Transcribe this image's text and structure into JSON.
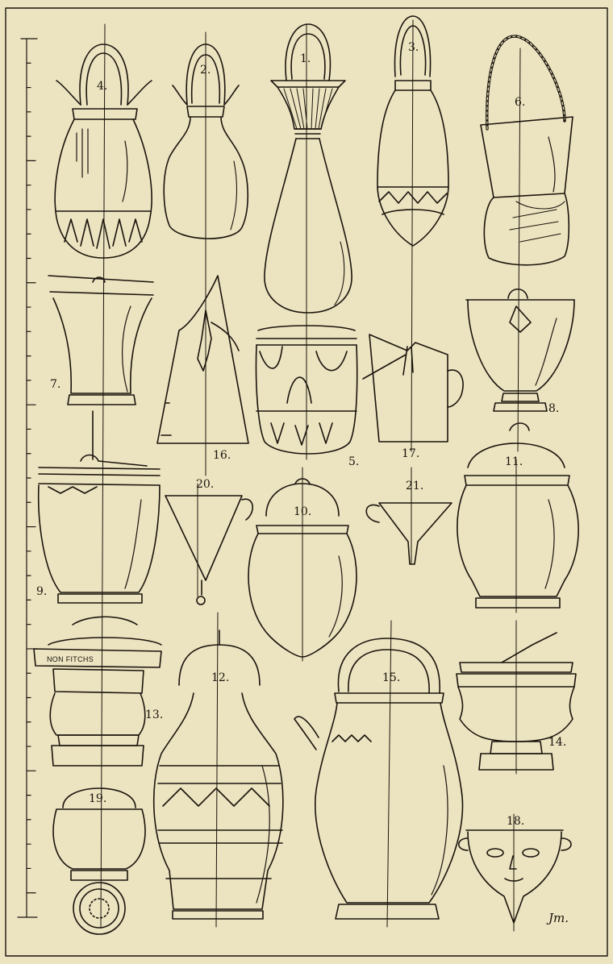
{
  "plate": {
    "background": "#ece3c0",
    "ink": "#1a140d",
    "figures": [
      {
        "id": "fig-1",
        "label": "1."
      },
      {
        "id": "fig-2",
        "label": "2."
      },
      {
        "id": "fig-3",
        "label": "3."
      },
      {
        "id": "fig-4",
        "label": "4."
      },
      {
        "id": "fig-5",
        "label": "5."
      },
      {
        "id": "fig-6",
        "label": "6."
      },
      {
        "id": "fig-7",
        "label": "7."
      },
      {
        "id": "fig-8",
        "label": "8."
      },
      {
        "id": "fig-9",
        "label": "9."
      },
      {
        "id": "fig-10",
        "label": "10."
      },
      {
        "id": "fig-11",
        "label": "11."
      },
      {
        "id": "fig-12",
        "label": "12."
      },
      {
        "id": "fig-13",
        "label": "13."
      },
      {
        "id": "fig-14",
        "label": "14."
      },
      {
        "id": "fig-15",
        "label": "15."
      },
      {
        "id": "fig-16",
        "label": "16."
      },
      {
        "id": "fig-17",
        "label": "17."
      },
      {
        "id": "fig-18",
        "label": "18."
      },
      {
        "id": "fig-19",
        "label": "19."
      },
      {
        "id": "fig-20",
        "label": "20."
      },
      {
        "id": "fig-21",
        "label": "21."
      }
    ],
    "inscription": "NON FITCHS",
    "signature": "Jm."
  }
}
